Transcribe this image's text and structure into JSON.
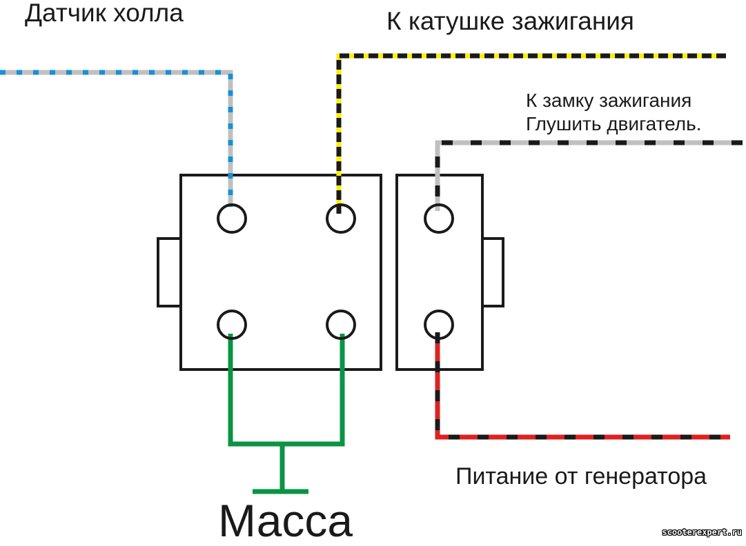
{
  "labels": {
    "hall_sensor": "Датчик холла",
    "ignition_coil": "К катушке зажигания",
    "ignition_lock_line1": "К замку зажигания",
    "ignition_lock_line2": "Глушить двигатель.",
    "generator_power": "Питание от генератора",
    "ground": "Масса"
  },
  "watermark": "scooterexpert.ru",
  "colors": {
    "outline": "#1a1a1a",
    "ground_wire": "#0a9444",
    "hall_wire_base": "#c0c0c0",
    "hall_wire_stripe": "#1a8fd8",
    "coil_wire_base": "#ffee00",
    "coil_wire_stripe": "#1a1a1a",
    "lock_wire_base": "#c0c0c0",
    "lock_wire_stripe": "#1a1a1a",
    "gen_wire_base": "#dd2222",
    "gen_wire_stripe": "#1a1a1a"
  },
  "wires": [
    {
      "id": "hall-sensor-wire",
      "base": "hall_wire_base",
      "stripe": "hall_wire_stripe",
      "connects_to": "hall_sensor"
    },
    {
      "id": "ignition-coil-wire",
      "base": "coil_wire_base",
      "stripe": "coil_wire_stripe",
      "connects_to": "ignition_coil"
    },
    {
      "id": "ignition-lock-wire",
      "base": "lock_wire_base",
      "stripe": "lock_wire_stripe",
      "connects_to": "ignition_lock"
    },
    {
      "id": "generator-wire",
      "base": "gen_wire_base",
      "stripe": "gen_wire_stripe",
      "connects_to": "generator_power"
    },
    {
      "id": "ground-wire",
      "base": "ground_wire",
      "stripe": null,
      "connects_to": "ground"
    }
  ]
}
